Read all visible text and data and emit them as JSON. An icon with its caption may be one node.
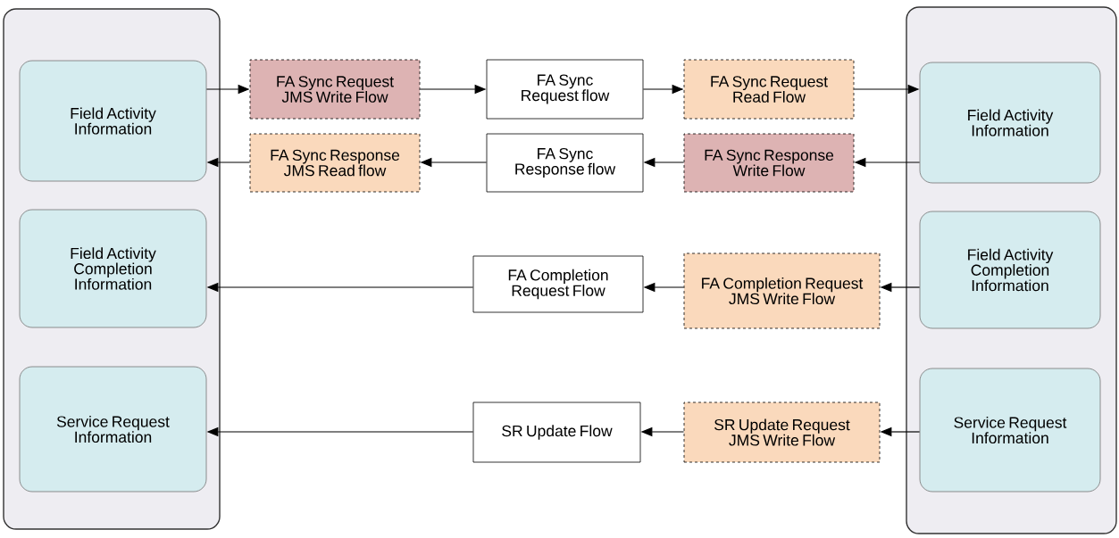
{
  "diagram": {
    "nodes": [
      {
        "text": [],
        "shape": "box"
      },
      {
        "text": [
          "Field Activity Information"
        ],
        "in": 0
      },
      {
        "text": [
          "Field Activity Completion Information"
        ],
        "in": 0
      },
      {
        "text": [
          "Service Request Information"
        ],
        "in": 0
      },
      {
        "text": [],
        "shape": "box"
      },
      {
        "text": [
          "Field Activity Information"
        ],
        "in": 4
      },
      {
        "text": [
          "Field Activity Completion Information"
        ],
        "in": 4
      },
      {
        "text": [
          "Service Request Information"
        ],
        "in": 4
      },
      {
        "text": [
          "FA Sync Request JMS Write Flow"
        ]
      },
      {
        "text": [
          "FA Sync Request flow"
        ]
      },
      {
        "text": [
          "FA Sync Request Read Flow"
        ]
      },
      {
        "text": [
          "FA Sync Response JMS Read flow"
        ]
      },
      {
        "text": [
          "FA Sync Response flow"
        ]
      },
      {
        "text": [
          "FA Sync Response Write Flow"
        ]
      },
      {
        "text": [
          "FA Completion Request Flow"
        ]
      },
      {
        "text": [
          "FA Completion Request JMS Write Flow"
        ]
      },
      {
        "text": [
          "SR Update Flow"
        ]
      },
      {
        "text": [
          "SR Update Request JMS Write Flow"
        ]
      }
    ],
    "edges": [
      {
        "from": 1,
        "to": 8,
        "arrow": "to"
      },
      {
        "from": 8,
        "to": 9,
        "arrow": "to"
      },
      {
        "from": 9,
        "to": 10,
        "arrow": "to"
      },
      {
        "from": 10,
        "to": 5,
        "arrow": "to"
      },
      {
        "from": 5,
        "to": 13,
        "arrow": "to"
      },
      {
        "from": 13,
        "to": 12,
        "arrow": "to"
      },
      {
        "from": 12,
        "to": 11,
        "arrow": "to"
      },
      {
        "from": 11,
        "to": 1,
        "arrow": "to"
      },
      {
        "from": 6,
        "to": 15,
        "arrow": "to"
      },
      {
        "from": 15,
        "to": 14,
        "arrow": "to"
      },
      {
        "from": 14,
        "to": 2,
        "arrow": "to"
      },
      {
        "from": 7,
        "to": 17,
        "arrow": "to"
      },
      {
        "from": 17,
        "to": 16,
        "arrow": "to"
      },
      {
        "from": 16,
        "to": 3,
        "arrow": "to"
      }
    ]
  }
}
